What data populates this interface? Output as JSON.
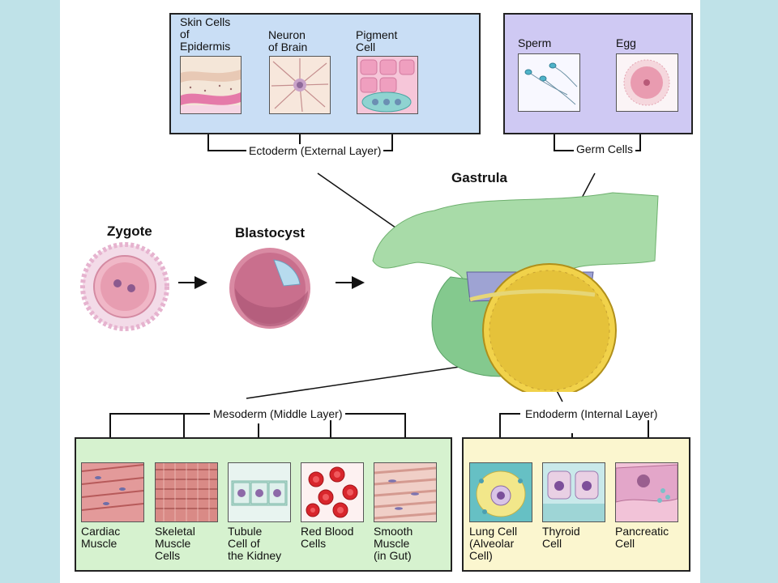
{
  "colors": {
    "page_background": "#bfe2e8",
    "ectoderm_panel": "#c9def5",
    "germ_panel": "#cfc9f3",
    "mesoderm_panel": "#d6f2cf",
    "endoderm_panel": "#fbf6cf"
  },
  "stages": {
    "zygote": "Zygote",
    "blastocyst": "Blastocyst",
    "gastrula": "Gastrula"
  },
  "ectoderm": {
    "label": "Ectoderm\n(External Layer)",
    "cells": [
      {
        "label": "Skin Cells\nof\nEpidermis",
        "icon": "skin-cells-illustration"
      },
      {
        "label": "Neuron\nof Brain",
        "icon": "neuron-illustration"
      },
      {
        "label": "Pigment\nCell",
        "icon": "pigment-cell-illustration"
      }
    ]
  },
  "germ": {
    "label": "Germ\nCells",
    "cells": [
      {
        "label": "Sperm",
        "icon": "sperm-illustration"
      },
      {
        "label": "Egg",
        "icon": "egg-illustration"
      }
    ]
  },
  "mesoderm": {
    "label": "Mesoderm\n(Middle Layer)",
    "cells": [
      {
        "label": "Cardiac\nMuscle",
        "icon": "cardiac-muscle-illustration"
      },
      {
        "label": "Skeletal\nMuscle\nCells",
        "icon": "skeletal-muscle-illustration"
      },
      {
        "label": "Tubule\nCell of\nthe Kidney",
        "icon": "kidney-tubule-illustration"
      },
      {
        "label": "Red Blood\nCells",
        "icon": "red-blood-cells-illustration"
      },
      {
        "label": "Smooth\nMuscle\n(in Gut)",
        "icon": "smooth-muscle-illustration"
      }
    ]
  },
  "endoderm": {
    "label": "Endoderm\n(Internal Layer)",
    "cells": [
      {
        "label": "Lung Cell\n(Alveolar\nCell)",
        "icon": "lung-cell-illustration"
      },
      {
        "label": "Thyroid\nCell",
        "icon": "thyroid-cell-illustration"
      },
      {
        "label": "Pancreatic\nCell",
        "icon": "pancreatic-cell-illustration"
      }
    ]
  }
}
